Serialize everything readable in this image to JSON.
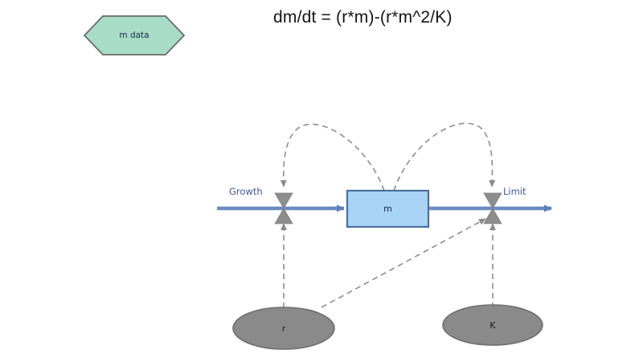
{
  "diagram": {
    "type": "stock-and-flow",
    "equation": "dm/dt = (r*m)-(r*m^2/K)",
    "data_node": {
      "label": "m data",
      "shape": "hexagon",
      "fill": "#a9dcc6",
      "stroke": "#6b6b6b"
    },
    "stock": {
      "label": "m",
      "shape": "rectangle",
      "fill": "#a9d4f5",
      "stroke": "#4a6f9c"
    },
    "flows": [
      {
        "name": "inflow",
        "label": "Growth",
        "valve": "bowtie",
        "color": "#6b8cc0"
      },
      {
        "name": "outflow",
        "label": "Limit",
        "valve": "bowtie",
        "color": "#6b8cc0"
      }
    ],
    "auxiliaries": [
      {
        "label": "r",
        "shape": "ellipse",
        "fill": "#8a8a8a",
        "stroke": "#6e6e6e"
      },
      {
        "label": "K",
        "shape": "ellipse",
        "fill": "#8a8a8a",
        "stroke": "#6e6e6e"
      }
    ],
    "links": [
      {
        "from": "m",
        "to": "Growth",
        "style": "dashed-arc"
      },
      {
        "from": "m",
        "to": "Limit",
        "style": "dashed-arc"
      },
      {
        "from": "r",
        "to": "Growth",
        "style": "dashed-line"
      },
      {
        "from": "r",
        "to": "Limit",
        "style": "dashed-line"
      },
      {
        "from": "K",
        "to": "Limit",
        "style": "dashed-line"
      }
    ],
    "colors": {
      "flow_blue": "#6b8cc0",
      "link_gray": "#8d8d8d",
      "valve_gray": "#8d8d8d",
      "label_navy": "#14294b",
      "flow_label_blue": "#3c5a8c"
    }
  }
}
